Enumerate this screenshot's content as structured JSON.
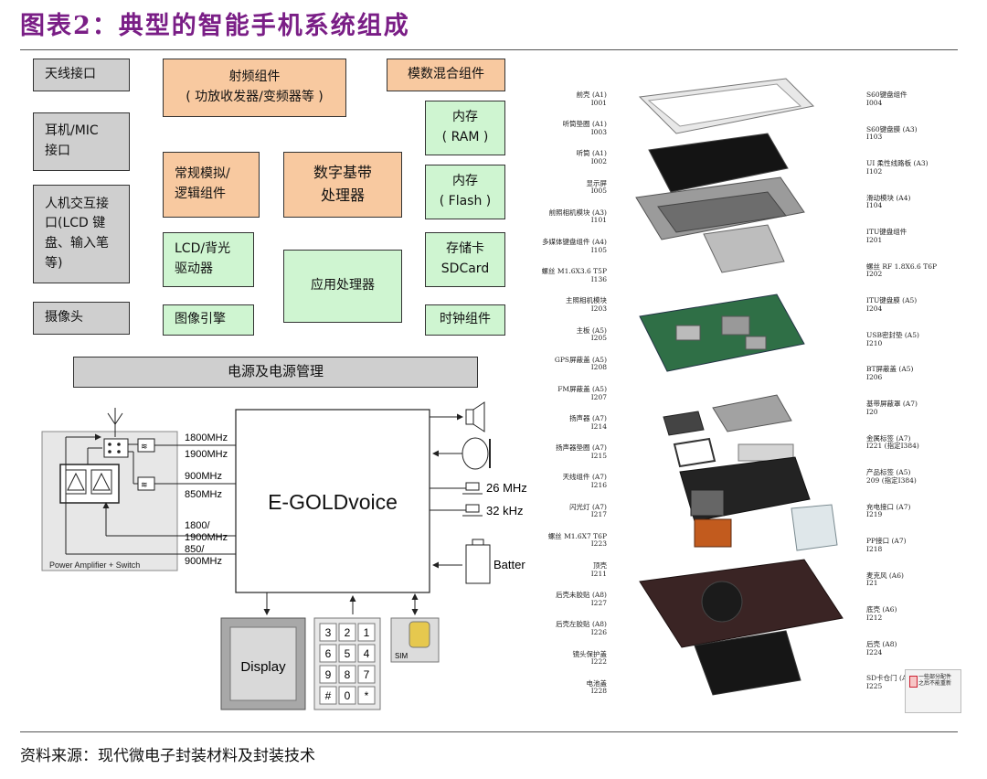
{
  "title": "图表2：典型的智能手机系统组成",
  "source": "资料来源：现代微电子封装材料及封装技术",
  "blocks": {
    "antenna_if": "天线接口",
    "headset_if": "耳机/MIC\n接口",
    "hmi_if": "人机交互接\n口(LCD 键\n盘、输入笔\n等)",
    "camera": "摄像头",
    "rf": "射频组件\n( 功放收发器/变频器等 )",
    "mixed": "模数混合组件",
    "ram": "内存\n( RAM )",
    "analog": "常规模拟/\n逻辑组件",
    "baseband": "数字基带\n处理器",
    "flash": "内存\n( Flash )",
    "lcd_driver": "LCD/背光\n驱动器",
    "app_proc": "应用处理器",
    "sdcard": "存储卡\nSDCard",
    "image_engine": "图像引擎",
    "clock": "时钟组件",
    "power": "电源及电源管理"
  },
  "chipset": {
    "chip": "E-GOLDvoice",
    "bands": [
      "1800MHz",
      "1900MHz",
      "900MHz",
      "850MHz",
      "1800/",
      "1900MHz",
      "850/",
      "900MHz"
    ],
    "crystals": [
      "26 MHz",
      "32 kHz"
    ],
    "battery": "Batter",
    "pa_label": "Power Amplifier + Switch",
    "display": "Display",
    "sim": "SIM",
    "keypad": [
      "3",
      "2",
      "1",
      "6",
      "5",
      "4",
      "9",
      "8",
      "7",
      "#",
      "0",
      "*"
    ]
  },
  "exploded": {
    "left": [
      "前壳 (A1)\nI001",
      "听筒垫圈 (A1)\nI003",
      "听筒 (A1)\nI002",
      "显示屏\nI005",
      "前照相机模块 (A3)\nI101",
      "多媒体键盘组件 (A4)\nI105",
      "螺丝 M1.6X3.6 T5P\nI136",
      "主照相机模块\nI203",
      "主板 (A5)\nI205",
      "GPS屏蔽盖 (A5)\nI208",
      "FM屏蔽盖 (A5)\nI207",
      "扬声器 (A7)\nI214",
      "扬声器垫圈 (A7)\nI215",
      "天线组件 (A7)\nI216",
      "闪光灯 (A7)\nI217",
      "螺丝 M1.6X7 T6P\nI223",
      "顶壳\nI211",
      "后壳未胶贴 (A8)\nI227",
      "后壳左胶贴 (A8)\nI226",
      "镜头保护盖\nI222",
      "电池盖\nI228"
    ],
    "right": [
      "S60键盘组件\nI004",
      "S60键盘膜 (A3)\nI103",
      "UI 柔性线路板 (A3)\nI102",
      "滑动模块 (A4)\nI104",
      "ITU键盘组件\nI201",
      "螺丝 RF 1.8X6.6 T6P\nI202",
      "ITU键盘膜 (A5)\nI204",
      "USB密封垫 (A5)\nI210",
      "BT屏蔽盖 (A5)\nI206",
      "基带屏蔽罩 (A7)\nI20",
      "金属标签 (A7)\nI221 (指定I384)",
      "产品标签 (A5)\n209 (指定I384)",
      "充电接口 (A7)\nI219",
      "PP接口 (A7)\nI218",
      "麦克风 (A6)\nI21",
      "底壳 (A6)\nI212",
      "后壳 (A8)\nI224",
      "SD卡仓门 (A8)\nI225"
    ],
    "legend_note": "一些部分配件\n之后不能重新"
  }
}
